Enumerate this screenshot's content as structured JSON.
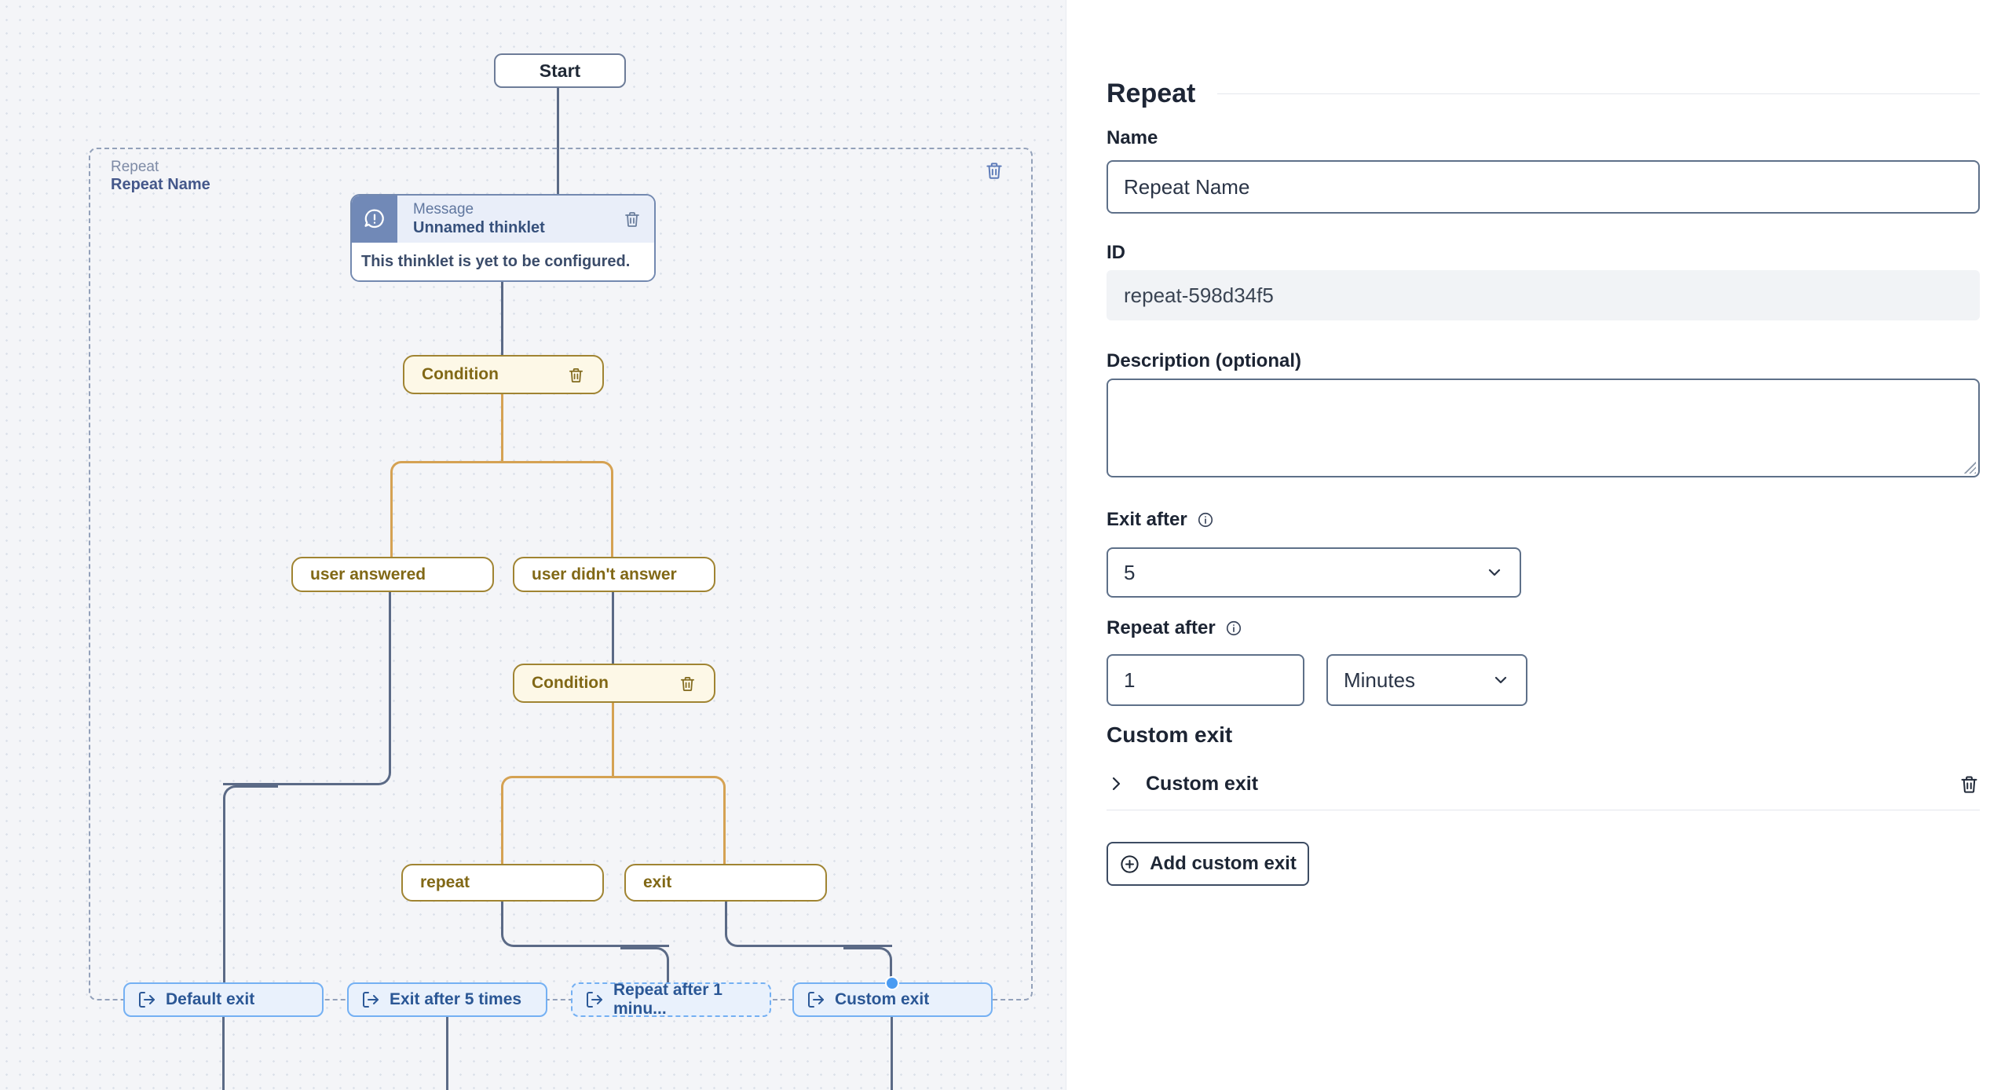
{
  "colors": {
    "connector_dark": "#5b6a86",
    "connector_gold": "#d5a253",
    "condition_border": "#a08432",
    "condition_text": "#816816",
    "exit_node_border": "#74b0f3",
    "exit_node_text": "#2b5795",
    "message_icon_bg": "#7189b7",
    "connection_dot": "#4a9bf2"
  },
  "canvas": {
    "start": {
      "label": "Start"
    },
    "repeat_group": {
      "type_label": "Repeat",
      "name": "Repeat Name"
    },
    "message_node": {
      "type_label": "Message",
      "title": "Unnamed thinklet",
      "body": "This thinklet is yet to be configured."
    },
    "condition_top": {
      "label": "Condition"
    },
    "condition_bottom": {
      "label": "Condition"
    },
    "branch_user_answered": {
      "label": "user answered"
    },
    "branch_user_didnt_answer": {
      "label": "user didn't answer"
    },
    "branch_repeat": {
      "label": "repeat"
    },
    "branch_exit": {
      "label": "exit"
    },
    "exit_default": {
      "label": "Default exit"
    },
    "exit_after_5": {
      "label": "Exit after 5 times"
    },
    "exit_repeat_after": {
      "label": "Repeat after 1 minu..."
    },
    "exit_custom": {
      "label": "Custom exit"
    }
  },
  "panel": {
    "title": "Repeat",
    "name": {
      "label": "Name",
      "value": "Repeat Name"
    },
    "id": {
      "label": "ID",
      "value": "repeat-598d34f5"
    },
    "description": {
      "label": "Description (optional)",
      "value": ""
    },
    "exit_after": {
      "label": "Exit after",
      "value": "5"
    },
    "repeat_after": {
      "label": "Repeat after",
      "value": "1",
      "unit": "Minutes"
    },
    "custom_exit": {
      "heading": "Custom exit",
      "item_label": "Custom exit",
      "add_button_label": "Add custom exit"
    }
  }
}
